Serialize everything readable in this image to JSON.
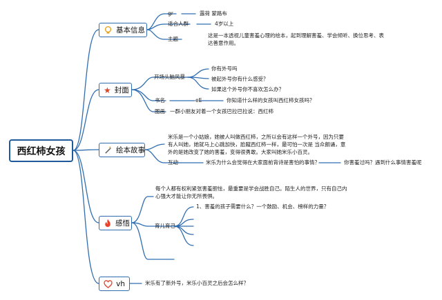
{
  "root": "西红柿女孩",
  "branches": {
    "basic": {
      "label": "基本信息",
      "icon": "lightbulb-icon",
      "gr_key": "gr",
      "gr_val": "露荷 蒙路布",
      "age_key": "适合人群",
      "age_val": "4岁以上",
      "theme_key": "主题",
      "theme_val": "这是一本透视儿童害羞心理的绘本，起到理解害羞、学会倾听、换位思考、表达善意作用。"
    },
    "cover": {
      "label": "封面",
      "icon": "star-icon",
      "opening": "开场头脑风暴",
      "q1": "你有外号吗",
      "q2": "被起外号你有什么感受？",
      "q3": "如果这个外号你不喜欢怎么办？",
      "bookname": "书名",
      "ee": "eE",
      "bookname_q": "你知道什么样的女孩叫西红柿女孩吗？",
      "picture": "图画",
      "picture_desc": "一群小朋友对着一个女孩巴拉巴拉说：西红柿"
    },
    "story": {
      "label": "绘本故事",
      "icon": "magic-wand-icon",
      "summary": "米乐是一个小姑娘，她被人叫做西红柿，之所以会有这样一个外号，因为只要有人叫她，她就马上心跳加快，脸蹴西红柿一样，最可怕一次是 当众朗诵，意外的是她改变了她的害羞，变得很勇敢。大家叫她米乐小百灵。",
      "interact": "互动",
      "interact_q": "米乐为什么会觉得在大家面前背诗是害怕的事情？",
      "interact_q2": "你害羞过吗？遇到什么事情害羞呢"
    },
    "reflect": {
      "label": "感悟",
      "icon": "fire-icon",
      "top": "每个人都有权利紧张害羞胆怯，最重要是学会战胜自己。陌生人的世界，只有自己内心强大才能让你无所畏惧。",
      "parenting": "育儿育己",
      "p1": "1、害羞的孩子需要什么？一个鼓励、机会、榜样的力量？"
    },
    "vh": {
      "label": "vh",
      "icon": "heart-icon",
      "q": "米乐有了新外号，米乐小百灵之后会怎么样？"
    }
  },
  "colors": {
    "connector": "#2f6db0",
    "root_border": "#1e5a9a",
    "lightbulb": "#e7a21c",
    "star": "#d9472b",
    "wand": "#5a5a5a",
    "fire": "#e8442b",
    "heart": "#d9472b"
  }
}
